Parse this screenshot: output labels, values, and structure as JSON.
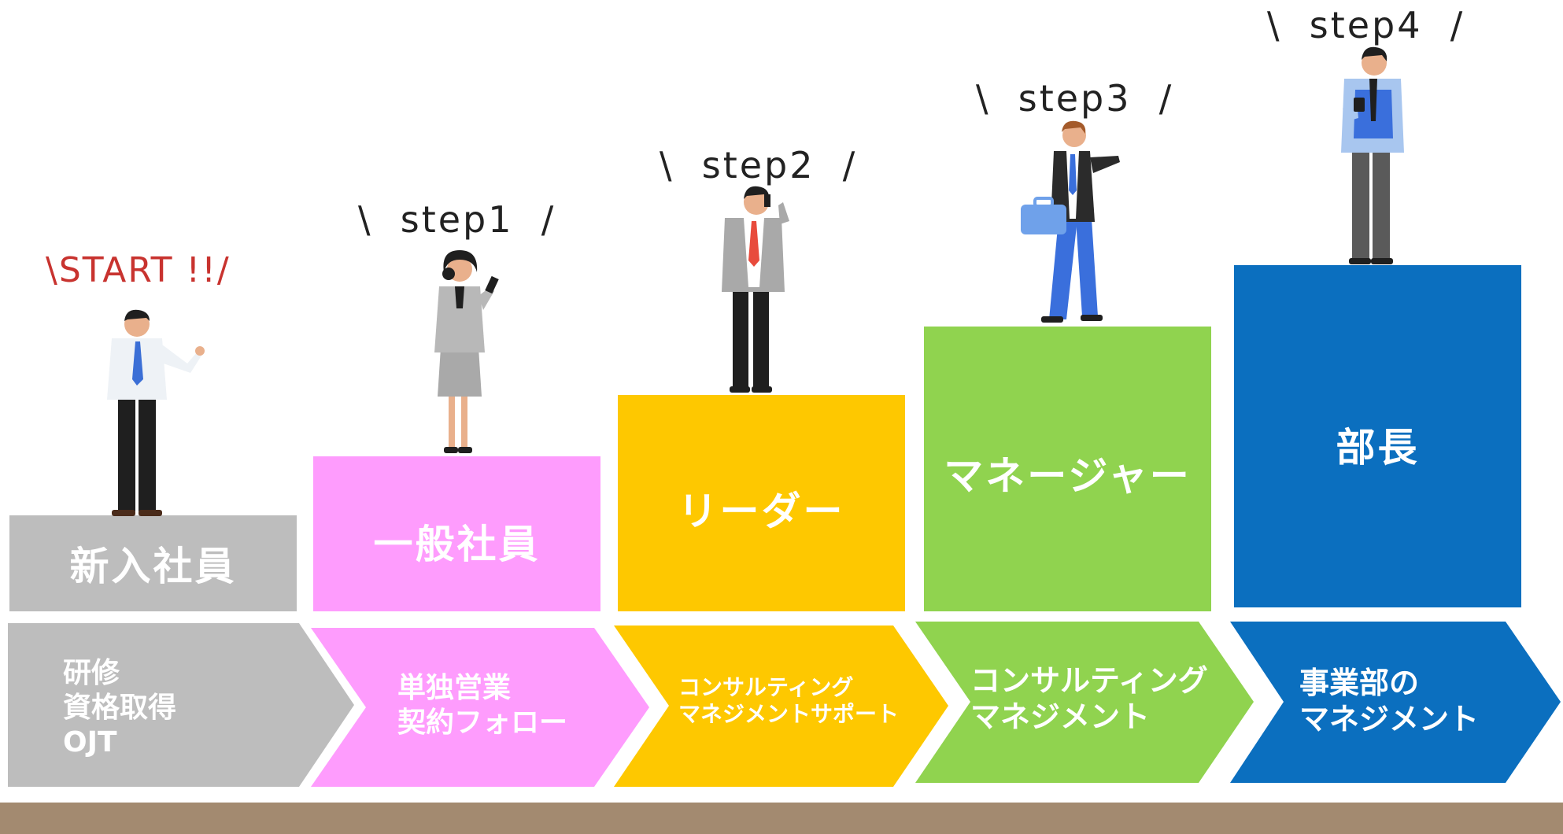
{
  "steps": {
    "start": "\\START !!/",
    "s1": "\\  step1  /",
    "s2": "\\  step2  /",
    "s3": "\\  step3  /",
    "s4": "\\  step4  /"
  },
  "blocks": {
    "b0": "新入社員",
    "b1": "一般社員",
    "b2": "リーダー",
    "b3": "マネージャー",
    "b4": "部長"
  },
  "arrows": {
    "a0": "研修\n資格取得\nOJT",
    "a1": "単独営業\n契約フォロー",
    "a2": "コンサルティング\nマネジメントサポート",
    "a3": "コンサルティング\nマネジメント",
    "a4": "事業部の\nマネジメント"
  },
  "colors": {
    "gray": "#bdbdbd",
    "pink": "#fe9cfd",
    "yellow": "#fec800",
    "green": "#90d34f",
    "blue": "#0b6fbf",
    "ground": "#a38a70",
    "start_text": "#c8332f"
  }
}
